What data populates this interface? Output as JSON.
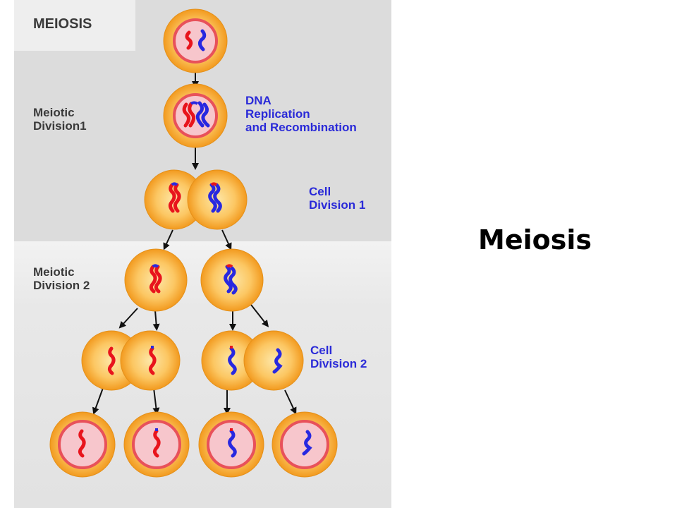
{
  "diagram": {
    "title": "MEIOSIS",
    "side_title": "Meiosis",
    "labels": {
      "meiotic_division_1": "Meiotic\nDivision1",
      "dna_replication": "DNA\nReplication\nand Recombination",
      "cell_division_1": "Cell\nDivision 1",
      "meiotic_division_2": "Meiotic\nDivision 2",
      "cell_division_2": "Cell\nDivision 2"
    },
    "colors": {
      "cell_outer": "#f5a52a",
      "cell_inner": "#fcd98a",
      "nucleus_ring": "#e8515a",
      "nucleus_fill": "#f7c2c8",
      "chromosome_red": "#e8141c",
      "chromosome_blue": "#2828e0",
      "text_blue": "#2a2ad8",
      "text_dark": "#3a3a3a"
    }
  }
}
